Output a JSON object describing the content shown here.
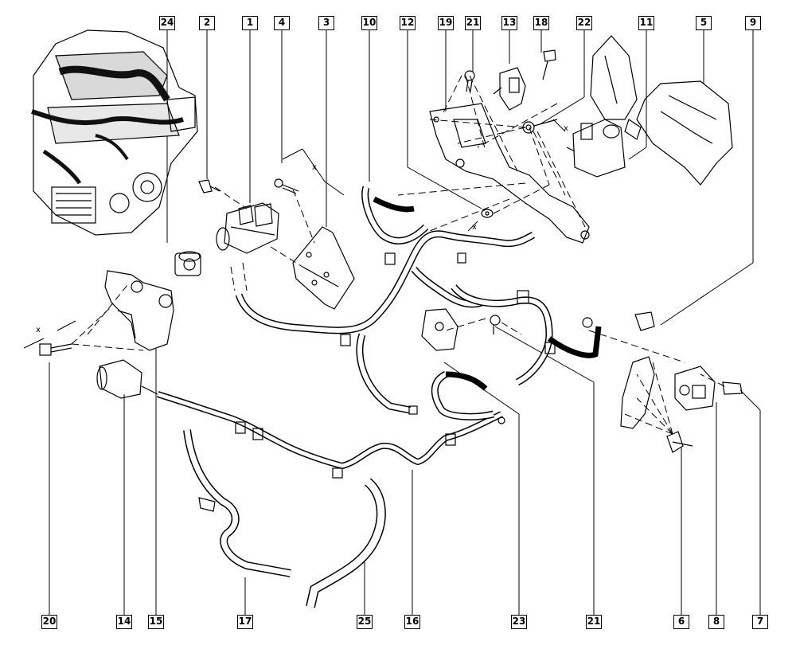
{
  "diagram": {
    "callouts_top": [
      "24",
      "2",
      "1",
      "4",
      "3",
      "10",
      "12",
      "19",
      "21",
      "13",
      "18",
      "22",
      "11",
      "5",
      "9"
    ],
    "callouts_bottom": [
      "20",
      "14",
      "15",
      "17",
      "25",
      "16",
      "23",
      "21",
      "6",
      "8",
      "7"
    ],
    "axis_marks": {
      "x1": "x",
      "x2": "x",
      "x3": "x",
      "x4": "x"
    },
    "line_color": "#000000",
    "background": "#ffffff"
  }
}
